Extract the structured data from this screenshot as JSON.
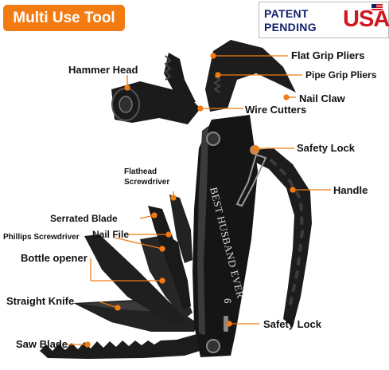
{
  "header": {
    "title": "Multi Use Tool",
    "patent_line1": "PATENT",
    "patent_line2": "PENDING",
    "patent_usa": "USA"
  },
  "engraving": "BEST HUSBAND EVER",
  "engraving_size_mark": "6",
  "colors": {
    "accent": "#f27b12",
    "tool_body": "#1b1b1b",
    "leader": "#f27b12",
    "patent_blue": "#12206b",
    "patent_red": "#d0191f"
  },
  "labels": {
    "flat_grip_pliers": "Flat Grip Pliers",
    "hammer_head": "Hammer Head",
    "pipe_grip_pliers": "Pipe Grip Pliers",
    "nail_claw": "Nail Claw",
    "wire_cutters": "Wire Cutters",
    "safety_lock_top": "Safety Lock",
    "handle": "Handle",
    "flathead_line1": "Flathead",
    "flathead_line2": "Screwdriver",
    "serrated_blade": "Serrated Blade",
    "phillips": "Phillips Screwdriver",
    "nail_file": "Nail File",
    "bottle_opener": "Bottle opener",
    "straight_knife": "Straight Knife",
    "safety_lock_bottom": "Safety Lock",
    "saw_blade": "Saw Blade"
  }
}
